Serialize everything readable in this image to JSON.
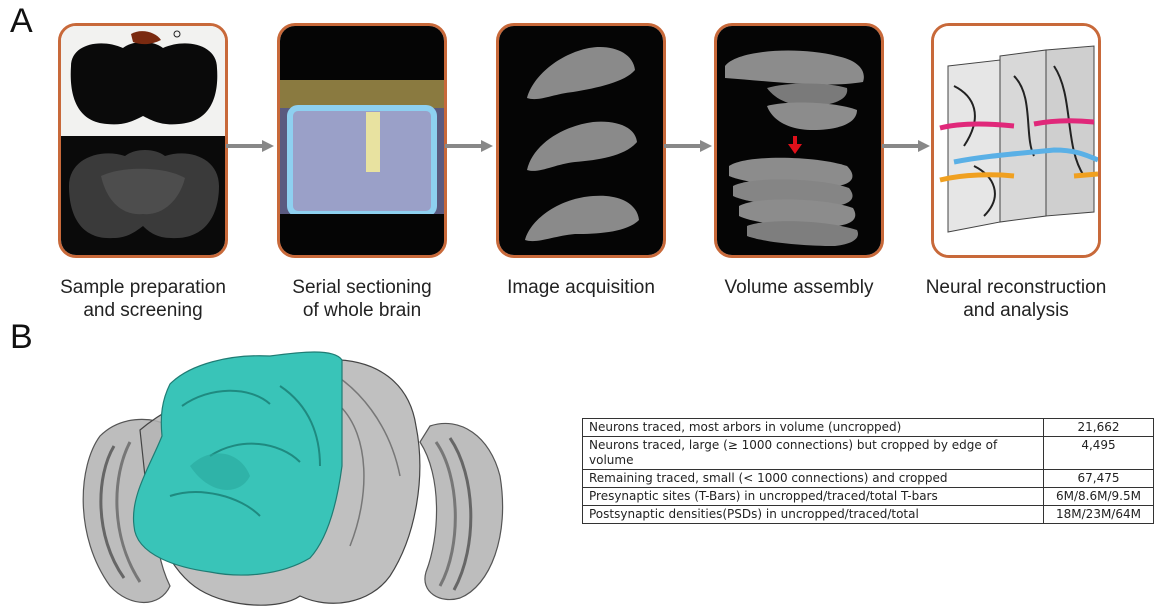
{
  "panel_a": {
    "label": "A",
    "steps": [
      {
        "line1": "Sample preparation",
        "line2": "and screening"
      },
      {
        "line1": "Serial sectioning",
        "line2": "of whole brain"
      },
      {
        "line1": "Image acquisition",
        "line2": ""
      },
      {
        "line1": "Volume assembly",
        "line2": ""
      },
      {
        "line1": "Neural reconstruction",
        "line2": "and analysis"
      }
    ]
  },
  "panel_b": {
    "label": "B",
    "table": {
      "rows": [
        {
          "desc": "Neurons traced, most arbors in volume (uncropped)",
          "value": "21,662"
        },
        {
          "desc": "Neurons traced, large (≥ 1000 connections) but cropped by edge of volume",
          "value": "4,495"
        },
        {
          "desc": "Remaining traced, small (< 1000 connections) and cropped",
          "value": "67,475"
        },
        {
          "desc": "Presynaptic sites (T-Bars) in uncropped/traced/total T-bars",
          "value": "6M/8.6M/9.5M"
        },
        {
          "desc": "Postsynaptic densities(PSDs) in uncropped/traced/total",
          "value": "18M/23M/64M"
        }
      ]
    }
  },
  "colors": {
    "frame": "#c8693a",
    "arrow": "#888888",
    "cyan": "#39c4b8",
    "red_arrow": "#e0101a",
    "magenta": "#e0287a",
    "blue": "#5ab0e6",
    "orange": "#f0a020"
  }
}
